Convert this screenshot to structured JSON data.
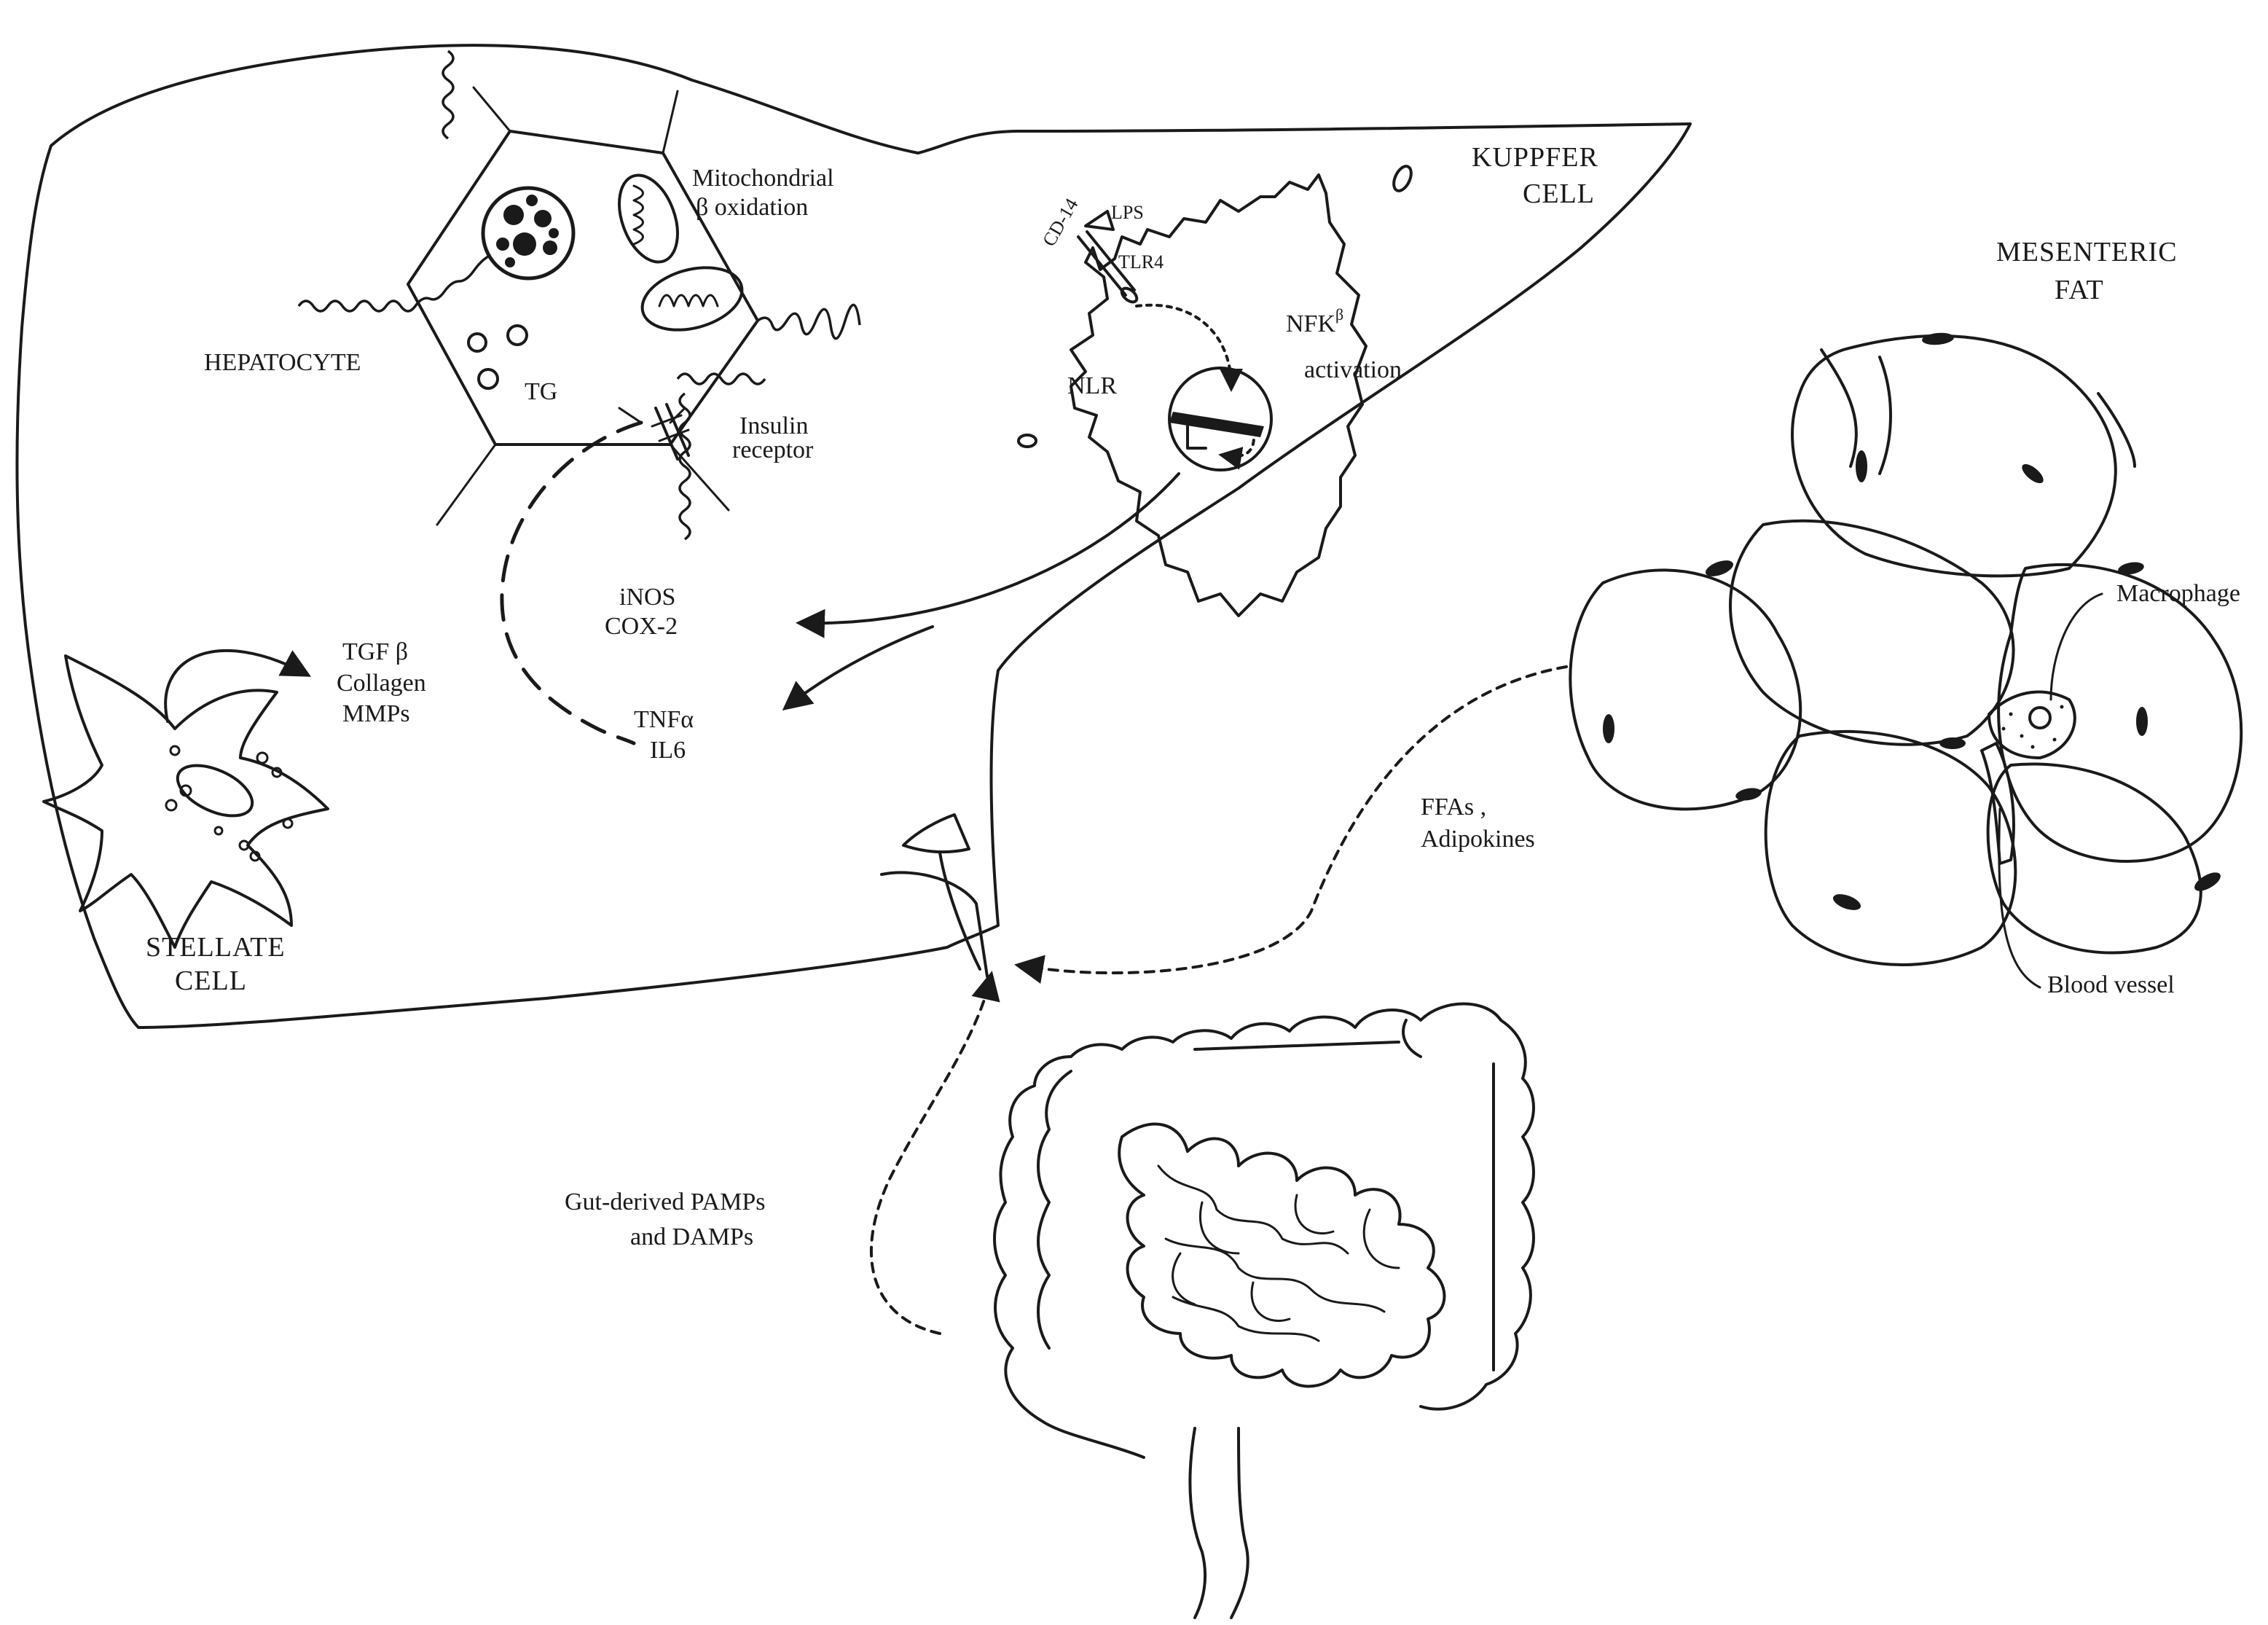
{
  "labels": {
    "hepatocyte": "HEPATOCYTE",
    "tg": "TG",
    "mito_line1": "Mitochondrial",
    "mito_line2": "β oxidation",
    "insulin_line1": "Insulin",
    "insulin_line2": "receptor",
    "kupffer_line1": "KUPPFER",
    "kupffer_line2": "CELL",
    "cd14": "CD-14",
    "lps": "LPS",
    "tlr4": "TLR4",
    "nlr": "NLR",
    "nfk": "NFK",
    "nfk_sup": "β",
    "activation": "activation",
    "inos": "iNOS",
    "cox2": "COX-2",
    "tnfa": "TNFα",
    "il6": "IL6",
    "tgf": "TGF β",
    "collagen": "Collagen",
    "mmps": "MMPs",
    "stellate_line1": "STELLATE",
    "stellate_line2": "CELL",
    "mesenteric_line1": "MESENTERIC",
    "mesenteric_line2": "FAT",
    "macrophage": "Macrophage",
    "blood_vessel": "Blood vessel",
    "ffas": "FFAs ,",
    "adipokines": "Adipokines",
    "gut_line1": "Gut-derived PAMPs",
    "gut_line2": "and DAMPs"
  }
}
